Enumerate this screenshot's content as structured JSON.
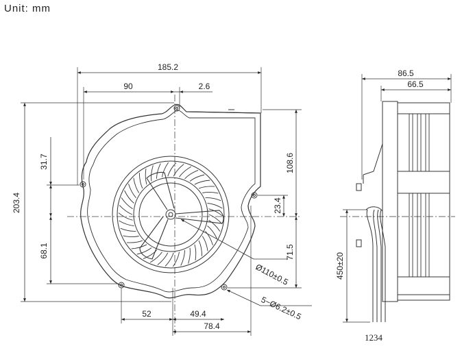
{
  "unit_label": "Unit:  mm",
  "front_view": {
    "dims": {
      "overall_width": "185.2",
      "left_to_center": "90",
      "center_to_outlet": "2.6",
      "overall_height": "203.4",
      "hole_offset_upper": "31.7",
      "hole_offset_lower": "68.1",
      "outlet_to_center": "108.6",
      "right_hole_to_center": "23.4",
      "center_to_lower_hole": "71.5",
      "impeller_diameter": "Ø110±0.5",
      "mount_holes": "5−Ø6.2±0.5",
      "lower_left_hole": "52",
      "lower_right_hole": "49.4",
      "lower_right_hole_2": "78.4"
    }
  },
  "side_view": {
    "dims": {
      "overall_depth": "86.5",
      "body_depth": "66.5",
      "lead_length": "450±20",
      "wire_pins": "1234"
    }
  }
}
